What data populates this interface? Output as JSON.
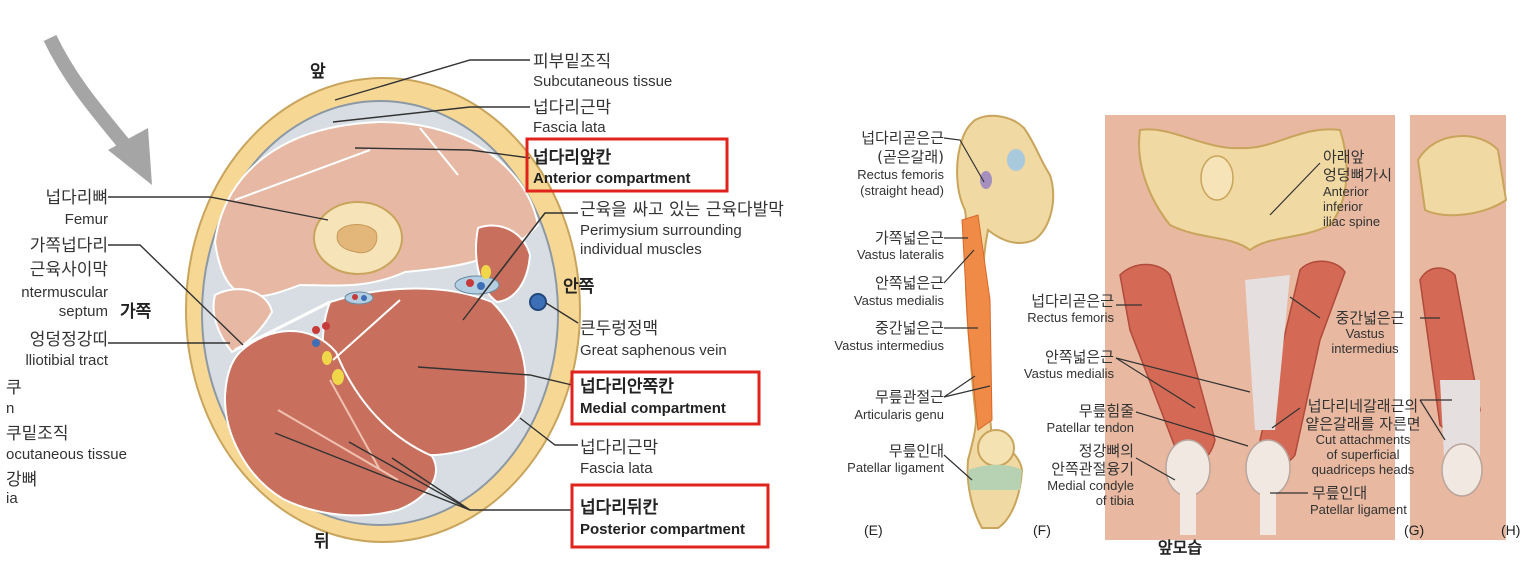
{
  "cross_section": {
    "orient_front": "앞",
    "orient_back": "뒤",
    "orient_medial": "안쪽",
    "orient_lateral": "가쪽",
    "subcutaneous": {
      "ko": "피부밑조직",
      "en": "Subcutaneous tissue"
    },
    "fascia_lata_top": {
      "ko": "넙다리근막",
      "en": "Fascia lata"
    },
    "anterior": {
      "ko": "넙다리앞칸",
      "en": "Anterior compartment"
    },
    "perimysium": {
      "ko": "근육을 싸고 있는 근육다발막",
      "en1": "Perimysium surrounding",
      "en2": "individual muscles"
    },
    "femur": {
      "ko": "넙다리뼈",
      "en": "Femur"
    },
    "intermuscular": {
      "ko1": "가쪽넙다리",
      "ko2": "근육사이막",
      "en1": "ntermuscular",
      "en2": "septum"
    },
    "iliotibial": {
      "ko": "엉덩정강띠",
      "en": "lliotibial tract"
    },
    "cut_left_1": "쿠",
    "cut_left_2": "n",
    "cut_left_3": "쿠밑조직",
    "cut_left_4": "ocutaneous tissue",
    "cut_left_5": "강뼈",
    "cut_left_6": "ia",
    "saphenous": {
      "ko": "큰두렁정맥",
      "en": "Great saphenous vein"
    },
    "medial": {
      "ko": "넙다리안쪽칸",
      "en": "Medial compartment"
    },
    "fascia_lata_bottom": {
      "ko": "넙다리근막",
      "en": "Fascia lata"
    },
    "posterior": {
      "ko": "넙다리뒤칸",
      "en": "Posterior compartment"
    }
  },
  "anterior_view": {
    "rectus_femoris_head": {
      "ko1": "넙다리곧은근",
      "ko2": "(곧은갈래)",
      "en1": "Rectus femoris",
      "en2": "(straight head)"
    },
    "vastus_lateralis": {
      "ko": "가쪽넓은근",
      "en": "Vastus lateralis"
    },
    "vastus_medialis_e": {
      "ko": "안쪽넓은근",
      "en": "Vastus medialis"
    },
    "vastus_intermedius_e": {
      "ko": "중간넓은근",
      "en": "Vastus intermedius"
    },
    "articularis": {
      "ko": "무릎관절근",
      "en": "Articularis genu"
    },
    "patellar_ligament_e": {
      "ko": "무릎인대",
      "en": "Patellar ligament"
    },
    "rectus_femoris": {
      "ko": "넙다리곧은근",
      "en": "Rectus femoris"
    },
    "vastus_medialis_g": {
      "ko": "안쪽넓은근",
      "en": "Vastus medialis"
    },
    "patellar_tendon": {
      "ko": "무릎힘줄",
      "en": "Patellar tendon"
    },
    "medial_condyle": {
      "ko1": "정강뼈의",
      "ko2": "안쪽관절융기",
      "en1": "Medial condyle",
      "en2": "of tibia"
    },
    "aiis": {
      "ko1": "아래앞",
      "ko2": "엉덩뼈가시",
      "en1": "Anterior",
      "en2": "inferior",
      "en3": "iliac spine"
    },
    "vastus_intermedius_h": {
      "ko": "중간넓은근",
      "en1": "Vastus",
      "en2": "intermedius"
    },
    "cut_attach": {
      "ko1": "넙다리네갈래근의",
      "ko2": "얕은갈래를 자른면",
      "en1": "Cut attachments",
      "en2": "of superficial",
      "en3": "quadriceps heads"
    },
    "patellar_ligament_g": {
      "ko": "무릎인대",
      "en": "Patellar ligament"
    },
    "panel_e": "(E)",
    "panel_f": "(F)",
    "panel_g": "(G)",
    "panel_h": "(H)",
    "caption": "앞모습"
  },
  "colors": {
    "highlight_box": "#e0231c",
    "skin_fat": "#f6d894",
    "muscle_light": "#e7b9a4",
    "muscle_dark": "#c8705d",
    "leader_line": "#333333",
    "arrow": "#9a9a9a",
    "bone": "#f0d9a2"
  }
}
